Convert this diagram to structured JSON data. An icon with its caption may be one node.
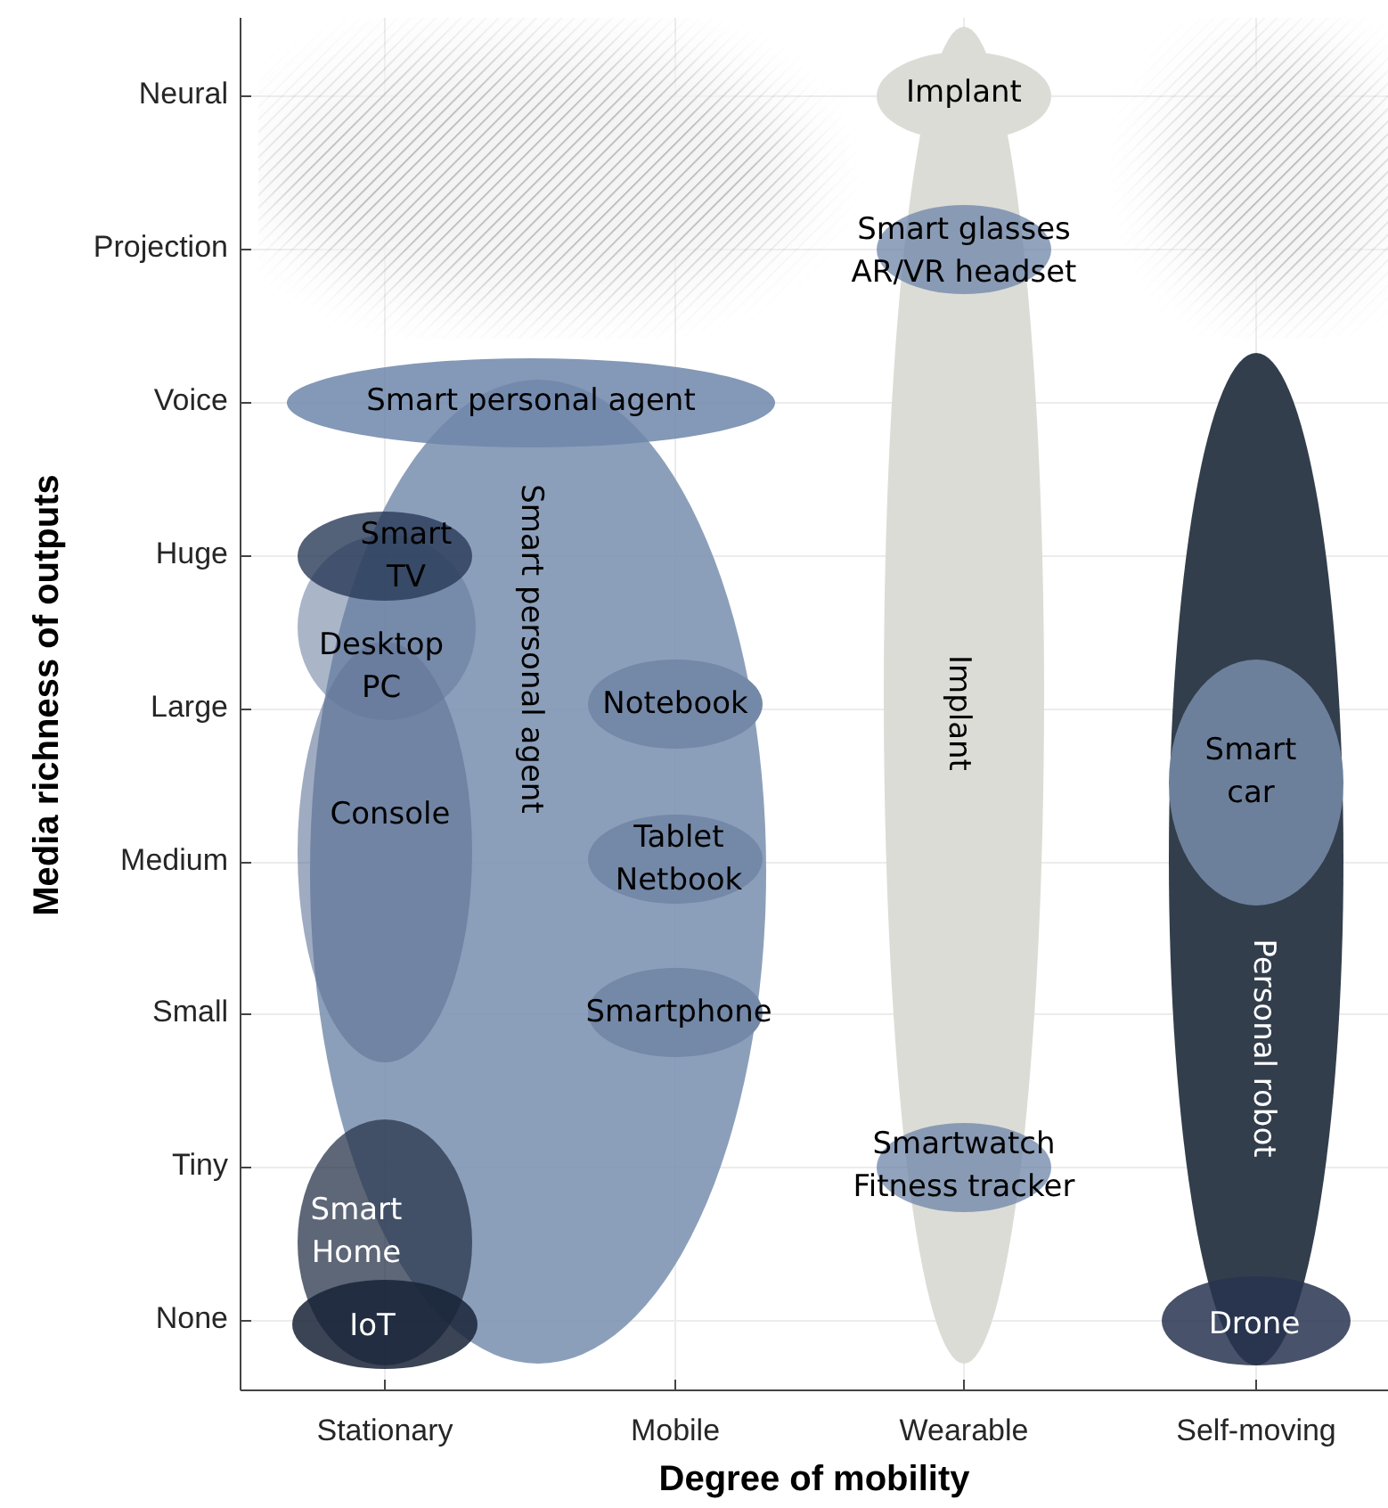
{
  "diagram": {
    "nodes": [
      {
        "text": [],
        "shape": "cloud"
      },
      {
        "text": [
          "Implant"
        ]
      },
      {
        "text": [
          "Smart glasses",
          "AR/VR headset"
        ]
      },
      {
        "text": [],
        "shape": "cloud"
      },
      {
        "text": [
          "Smart personal agent"
        ]
      },
      {
        "text": [
          "Smart personal agent"
        ]
      },
      {
        "text": [
          "Implant"
        ]
      },
      {
        "text": [
          "Personal robot"
        ]
      },
      {
        "text": [
          "Smart TV"
        ]
      },
      {
        "text": [
          "Desktop PC"
        ]
      },
      {
        "text": [
          "Console"
        ]
      },
      {
        "text": [
          "Notebook"
        ],
        "in": 5
      },
      {
        "text": [
          "Smart car"
        ],
        "in": 7
      },
      {
        "text": [
          "Tablet Netbook"
        ],
        "in": 5
      },
      {
        "text": [
          "Smartphone"
        ],
        "in": 5
      },
      {
        "text": [
          "Smartwatch",
          "Fitness tracker"
        ]
      },
      {
        "text": [
          "Smart Home"
        ]
      },
      {
        "text": [
          "IoT"
        ]
      },
      {
        "text": [
          "Drone"
        ]
      }
    ],
    "labels": [
      "Neural",
      "Projection",
      "Voice",
      "Huge",
      "Large",
      "Medium",
      "Small",
      "Tiny",
      "None",
      "Media richness of outputs",
      "Stationary",
      "Mobile",
      "Wearable",
      "Self-moving",
      "Degree of mobility"
    ]
  }
}
